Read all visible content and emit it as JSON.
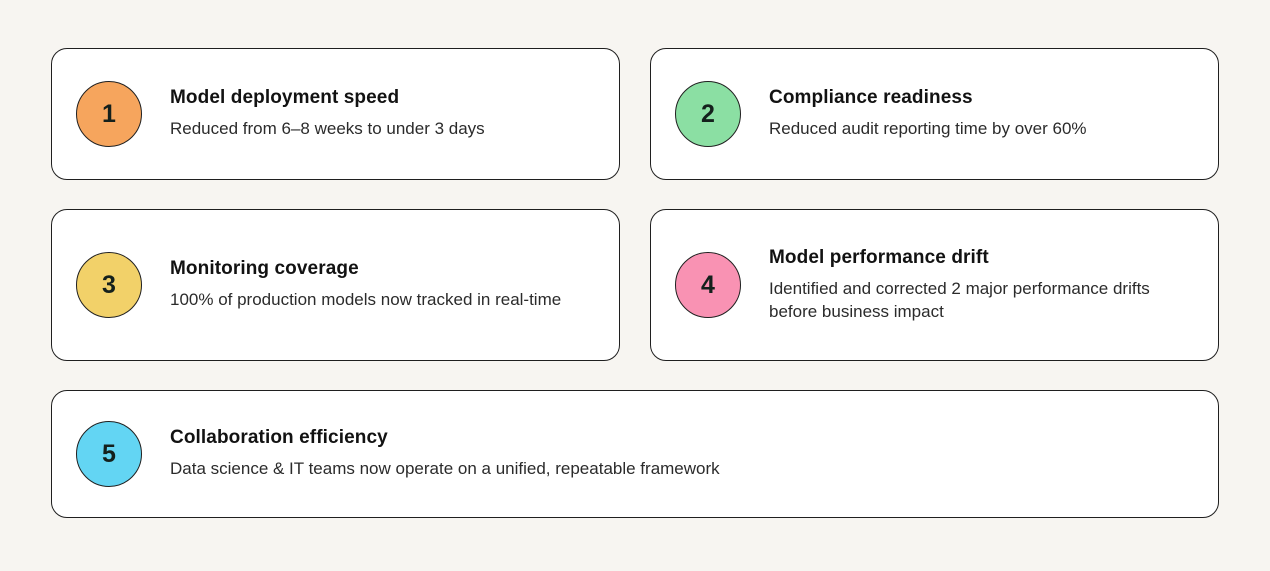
{
  "page": {
    "background_color": "#f7f5f1",
    "card_background": "#ffffff",
    "border_color": "#1f1f1f"
  },
  "cards": [
    {
      "number": "1",
      "circle_color": "#f6a55d",
      "title": "Model deployment speed",
      "description": "Reduced from 6–8 weeks to under 3 days"
    },
    {
      "number": "2",
      "circle_color": "#8bdfa3",
      "title": "Compliance readiness",
      "description": "Reduced audit reporting time by over 60%"
    },
    {
      "number": "3",
      "circle_color": "#f2d169",
      "title": "Monitoring coverage",
      "description": "100% of production models now tracked in real-time"
    },
    {
      "number": "4",
      "circle_color": "#f992b3",
      "title": "Model performance drift",
      "description": "Identified and corrected 2 major performance drifts before business impact"
    },
    {
      "number": "5",
      "circle_color": "#63d5f3",
      "title": "Collaboration efficiency",
      "description": "Data science & IT teams now operate on a unified, repeatable framework"
    }
  ]
}
